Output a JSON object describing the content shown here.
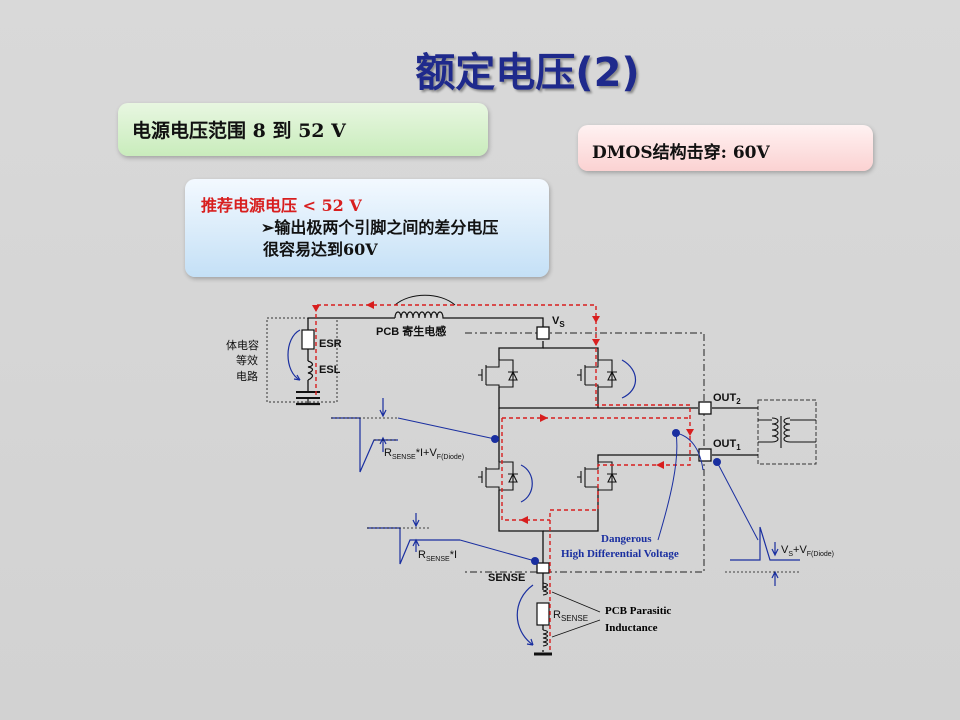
{
  "slide": {
    "title": "额定电压(2)"
  },
  "boxes": {
    "range_text": "电源电压范围 8 到 52 V",
    "dmos_text": "DMOS结构击穿: 60V",
    "recommend_head": "推荐电源电压 < 52 V",
    "recommend_line1": "输出极两个引脚之间的差分电压",
    "recommend_line2": "很容易达到60V",
    "bullet_glyph": "➢"
  },
  "diagram": {
    "cap_label_lines": [
      "体电容",
      "等效",
      "电路"
    ],
    "esr": "ESR",
    "esl": "ESL",
    "pcb_inductance_cn": "PCB 寄生电感",
    "vs_label": "V",
    "vs_sub": "S",
    "out2_label": "OUT",
    "out2_sub": "2",
    "out1_label": "OUT",
    "out1_sub": "1",
    "sense_label": "SENSE",
    "rsense_label": "R",
    "rsense_sub": "SENSE",
    "wave1_R": "R",
    "wave1_sub": "SENSE",
    "wave1_rest": "*I+V",
    "wave1_sub2": "F(Diode)",
    "wave2_R": "R",
    "wave2_sub": "SENSE",
    "wave2_rest": "*I",
    "wave3_V": "V",
    "wave3_sub": "S",
    "wave3_rest": "+V",
    "wave3_sub2": "F(Diode)",
    "danger_line1": "Dangerous",
    "danger_line2": "High Differential Voltage",
    "pcb_parasitic_line1": "PCB Parasitic",
    "pcb_parasitic_line2": "Inductance"
  },
  "colors": {
    "title": "#1f2a8c",
    "red_path": "#d81e1e",
    "blue_annotation": "#1a2fa0"
  }
}
